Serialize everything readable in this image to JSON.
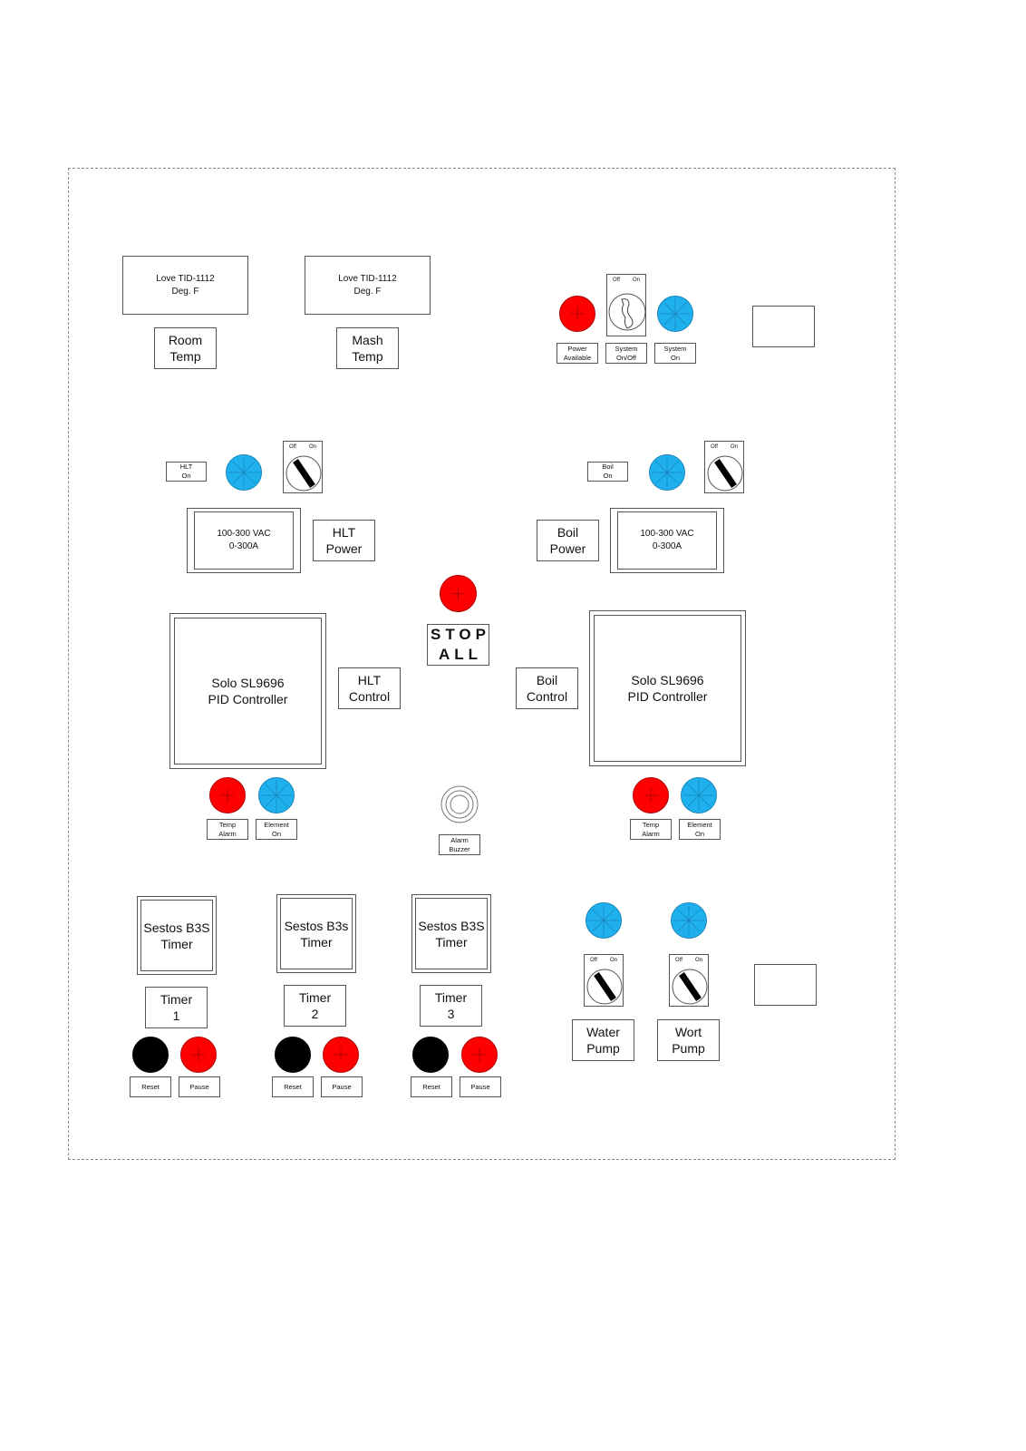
{
  "displays": {
    "room_display": "Love TID-1112\nDeg. F",
    "mash_display": "Love TID-1112\nDeg. F",
    "room_label": "Room\nTemp",
    "mash_label": "Mash\nTemp"
  },
  "system": {
    "power_available": "Power\nAvailable",
    "system_onoff": "System\nOn/Off",
    "system_on": "System\nOn"
  },
  "switch_text": {
    "off": "Off",
    "on": "On"
  },
  "hlt": {
    "on_label": "HLT\nOn",
    "meter": "100-300 VAC\n0-300A",
    "power_label": "HLT\nPower",
    "controller": "Solo SL9696\nPID Controller",
    "control_label": "HLT\nControl",
    "temp_alarm": "Temp\nAlarm",
    "element_on": "Element\nOn"
  },
  "boil": {
    "on_label": "Boil\nOn",
    "meter": "100-300 VAC\n0-300A",
    "power_label": "Boil\nPower",
    "controller": "Solo SL9696\nPID Controller",
    "control_label": "Boil\nControl",
    "temp_alarm": "Temp\nAlarm",
    "element_on": "Element\nOn"
  },
  "stop_all": "STOP\nALL",
  "alarm_buzzer": "Alarm\nBuzzer",
  "timers": [
    {
      "device": "Sestos B3S\nTimer",
      "label": "Timer\n1",
      "reset": "Reset",
      "pause": "Pause"
    },
    {
      "device": "Sestos B3s\nTimer",
      "label": "Timer\n2",
      "reset": "Reset",
      "pause": "Pause"
    },
    {
      "device": "Sestos B3S\nTimer",
      "label": "Timer\n3",
      "reset": "Reset",
      "pause": "Pause"
    }
  ],
  "pumps": {
    "water": "Water\nPump",
    "wort": "Wort\nPump"
  },
  "colors": {
    "red_lamp": "#ff0000",
    "blue_lamp": "#1fb0ee",
    "black_button": "#000000"
  }
}
